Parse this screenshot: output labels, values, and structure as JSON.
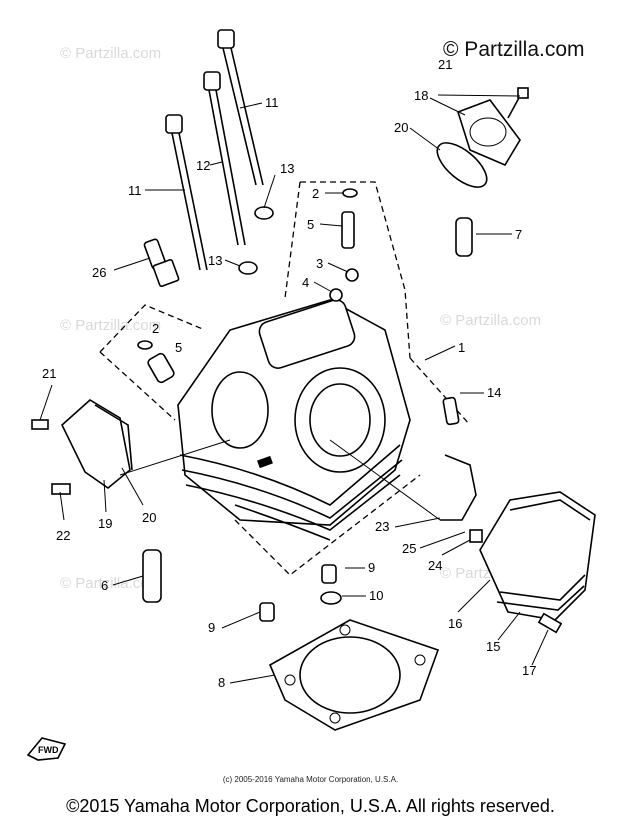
{
  "brand_watermark": "© Partzilla.com",
  "watermark_text": "© Partzilla.com",
  "small_copyright": "(c) 2005-2016 Yamaha Motor Corporation, U.S.A.",
  "footer_copyright": "©2015 Yamaha Motor Corporation, U.S.A. All rights reserved.",
  "fwd_label": "FWD",
  "callouts": [
    {
      "id": "c21a",
      "text": "21"
    },
    {
      "id": "c18",
      "text": "18"
    },
    {
      "id": "c20a",
      "text": "20"
    },
    {
      "id": "c11a",
      "text": "11"
    },
    {
      "id": "c12",
      "text": "12"
    },
    {
      "id": "c13a",
      "text": "13"
    },
    {
      "id": "c2a",
      "text": "2"
    },
    {
      "id": "c5a",
      "text": "5"
    },
    {
      "id": "c7",
      "text": "7"
    },
    {
      "id": "c11b",
      "text": "11"
    },
    {
      "id": "c26",
      "text": "26"
    },
    {
      "id": "c13b",
      "text": "13"
    },
    {
      "id": "c3",
      "text": "3"
    },
    {
      "id": "c4",
      "text": "4"
    },
    {
      "id": "c2b",
      "text": "2"
    },
    {
      "id": "c5b",
      "text": "5"
    },
    {
      "id": "c1",
      "text": "1"
    },
    {
      "id": "c21b",
      "text": "21"
    },
    {
      "id": "c14",
      "text": "14"
    },
    {
      "id": "c22",
      "text": "22"
    },
    {
      "id": "c19",
      "text": "19"
    },
    {
      "id": "c20b",
      "text": "20"
    },
    {
      "id": "c23",
      "text": "23"
    },
    {
      "id": "c25",
      "text": "25"
    },
    {
      "id": "c24",
      "text": "24"
    },
    {
      "id": "c6",
      "text": "6"
    },
    {
      "id": "c9a",
      "text": "9"
    },
    {
      "id": "c10",
      "text": "10"
    },
    {
      "id": "c9b",
      "text": "9"
    },
    {
      "id": "c8",
      "text": "8"
    },
    {
      "id": "c16",
      "text": "16"
    },
    {
      "id": "c15",
      "text": "15"
    },
    {
      "id": "c17",
      "text": "17"
    }
  ]
}
